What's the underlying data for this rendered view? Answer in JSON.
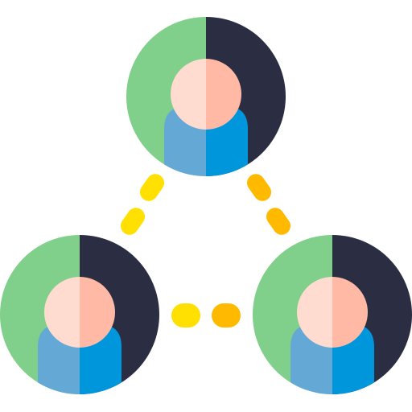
{
  "icon": {
    "name": "network-users-icon",
    "nodes": [
      {
        "name": "user-node-top"
      },
      {
        "name": "user-node-bottom-left"
      },
      {
        "name": "user-node-bottom-right"
      }
    ],
    "connectors": [
      {
        "name": "connector-left",
        "dots": 2
      },
      {
        "name": "connector-right",
        "dots": 2
      },
      {
        "name": "connector-bottom",
        "dots": 2
      }
    ]
  },
  "colors": {
    "circle_left": "#80cf8a",
    "circle_right": "#2b2d42",
    "face_left": "#ffdccf",
    "face_right": "#ffb9a4",
    "body_left": "#64a9d6",
    "body_right": "#0096dc",
    "dot_light": "#ffe000",
    "dot_dark": "#ffba00"
  }
}
